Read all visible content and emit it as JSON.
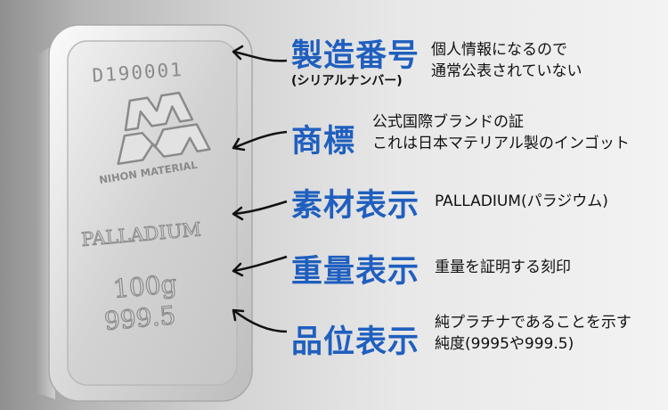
{
  "bar": {
    "serial": "D190001",
    "brand": "NIHON MATERIAL",
    "metal": "PALLADIUM",
    "weight": "100g",
    "purity": "999.5"
  },
  "annotations": [
    {
      "title": "製造番号",
      "subtitle": "(シリアルナンバー)",
      "lines": [
        "個人情報になるので",
        "通常公表されていない"
      ]
    },
    {
      "title": "商標",
      "lines": [
        "公式国際ブランドの証",
        "これは日本マテリアル製のインゴット"
      ]
    },
    {
      "title": "素材表示",
      "lines": [
        "PALLADIUM(パラジウム)"
      ]
    },
    {
      "title": "重量表示",
      "lines": [
        "重量を証明する刻印"
      ]
    },
    {
      "title": "品位表示",
      "lines": [
        "純プラチナであることを示す",
        "純度(9995や999.5)"
      ]
    }
  ],
  "colors": {
    "title": "#1f5fbf",
    "text": "#111111"
  }
}
